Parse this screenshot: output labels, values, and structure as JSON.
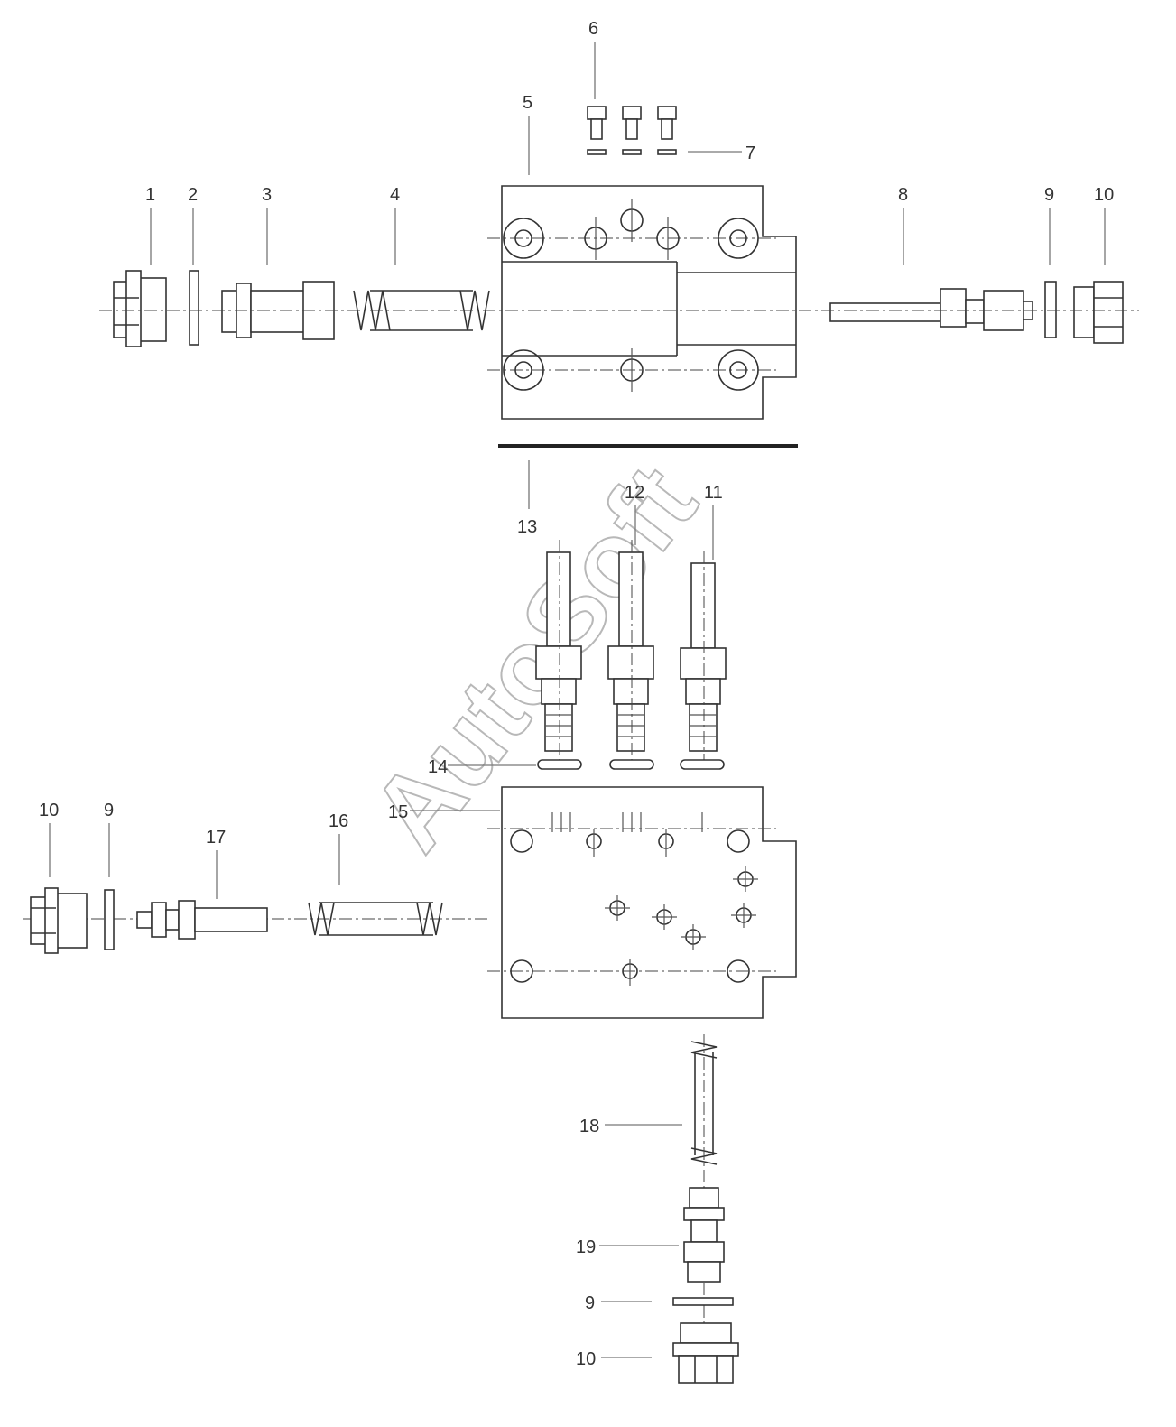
{
  "labels": {
    "l1": "1",
    "l2": "2",
    "l3": "3",
    "l4": "4",
    "l5": "5",
    "l6": "6",
    "l7": "7",
    "l8": "8",
    "l9a": "9",
    "l10a": "10",
    "l13": "13",
    "l12": "12",
    "l11": "11",
    "l14": "14",
    "l15": "15",
    "l10b": "10",
    "l9b": "9",
    "l17": "17",
    "l16": "16",
    "l18": "18",
    "l19": "19",
    "l9c": "9",
    "l10c": "10"
  },
  "watermark": "AutoSoft"
}
